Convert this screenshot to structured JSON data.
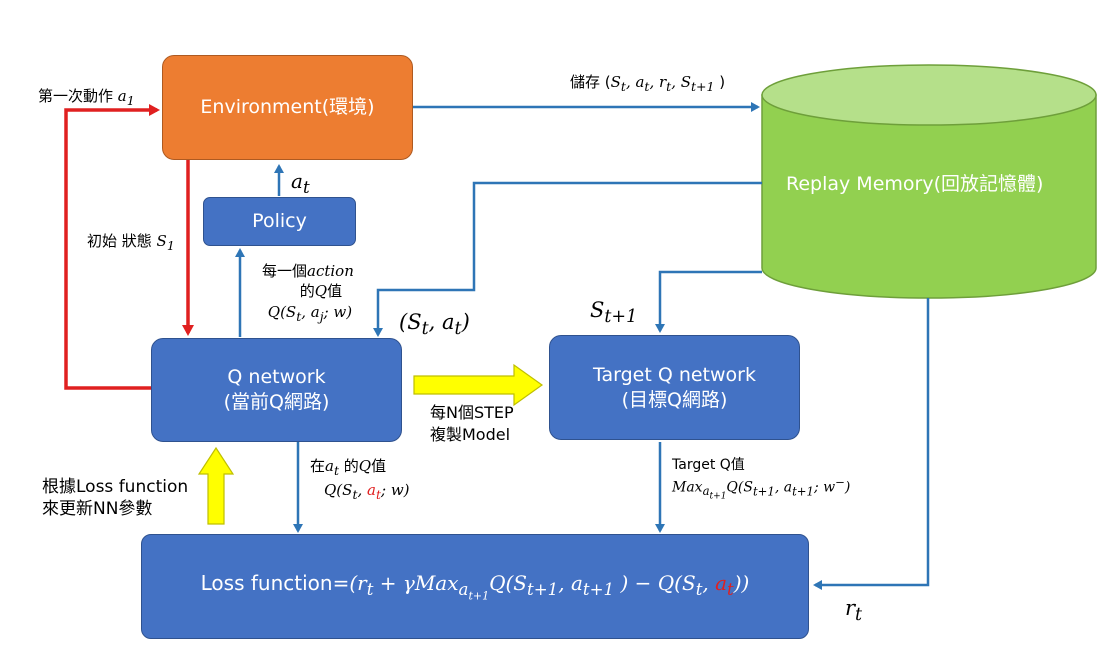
{
  "nodes": {
    "environment": {
      "label": "Environment(環境)"
    },
    "policy": {
      "label": "Policy"
    },
    "q_network": {
      "line1": "Q network",
      "line2": "(當前Q網路)"
    },
    "target_q_network": {
      "line1": "Target Q network",
      "line2": "(目標Q網路)"
    },
    "replay_memory": {
      "label": "Replay Memory(回放記憶體)"
    },
    "loss_function": {
      "prefix": "Loss function=",
      "expr_a": "(r",
      "expr_a_sub": "t",
      "expr_b": " + γMax",
      "expr_b_sub": "a",
      "expr_b_subsub": "t+1",
      "expr_c": "Q(S",
      "expr_c_sub": "t+1",
      "expr_d": ", a",
      "expr_d_sub": "t+1",
      "expr_e": " ) − Q(S",
      "expr_e_sub": "t",
      "expr_f": ", ",
      "expr_g": "a",
      "expr_g_sub": "t",
      "expr_h": "))"
    }
  },
  "labels": {
    "first_action": {
      "text": "第一次動作 ",
      "var": "a",
      "sub": "1"
    },
    "store": {
      "text": "儲存 (",
      "s": "S",
      "s_sub": "t",
      "a": ", a",
      "a_sub": "t",
      "r": ", r",
      "r_sub": "t",
      "s2": ", S",
      "s2_sub": "t+1",
      "close": " )"
    },
    "initial_state": {
      "text": "初始 狀態 ",
      "var": "S",
      "sub": "1"
    },
    "a_t": {
      "var": "a",
      "sub": "t"
    },
    "each_action_1": {
      "text": "每一個",
      "var": "action"
    },
    "each_action_2": {
      "text": "的",
      "var": "Q",
      "text2": "值"
    },
    "each_action_3": {
      "expr": "Q(S",
      "sub1": "t",
      "mid": ", a",
      "sub2": "j",
      "tail": "; w)"
    },
    "st_at": {
      "expr": "(S",
      "sub1": "t",
      "mid": ", a",
      "sub2": "t",
      "tail": ")"
    },
    "s_t1": {
      "var": "S",
      "sub": "t+1"
    },
    "copy_1": {
      "text": "每N個STEP"
    },
    "copy_2": {
      "text": "複製Model"
    },
    "q_at_1": {
      "text": "在",
      "var": "a",
      "sub": "t",
      "text2": " 的",
      "var2": "Q",
      "text3": "值"
    },
    "q_at_2": {
      "expr": "Q(S",
      "sub1": "t",
      "mid": ", ",
      "red": "a",
      "red_sub": "t",
      "tail": "; w)"
    },
    "target_q_1": {
      "text": "Target Q值"
    },
    "target_q_2": {
      "expr": "Max",
      "sub": "a",
      "subsub": "t+1",
      "mid": "Q(S",
      "sub1": "t+1",
      "mid2": ", a",
      "sub2": "t+1",
      "tail": "; w",
      "sup": "−",
      "close": ")"
    },
    "update_1": {
      "text": "根據Loss function"
    },
    "update_2": {
      "text": "來更新NN參數"
    },
    "r_t": {
      "var": "r",
      "sub": "t"
    }
  },
  "colors": {
    "box_blue": "#4472C4",
    "box_orange": "#ED7D31",
    "cylinder_green": "#92D050",
    "arrow_blue": "#2E75B6",
    "arrow_red": "#E02020",
    "arrow_yellow": "#FFFF00"
  }
}
